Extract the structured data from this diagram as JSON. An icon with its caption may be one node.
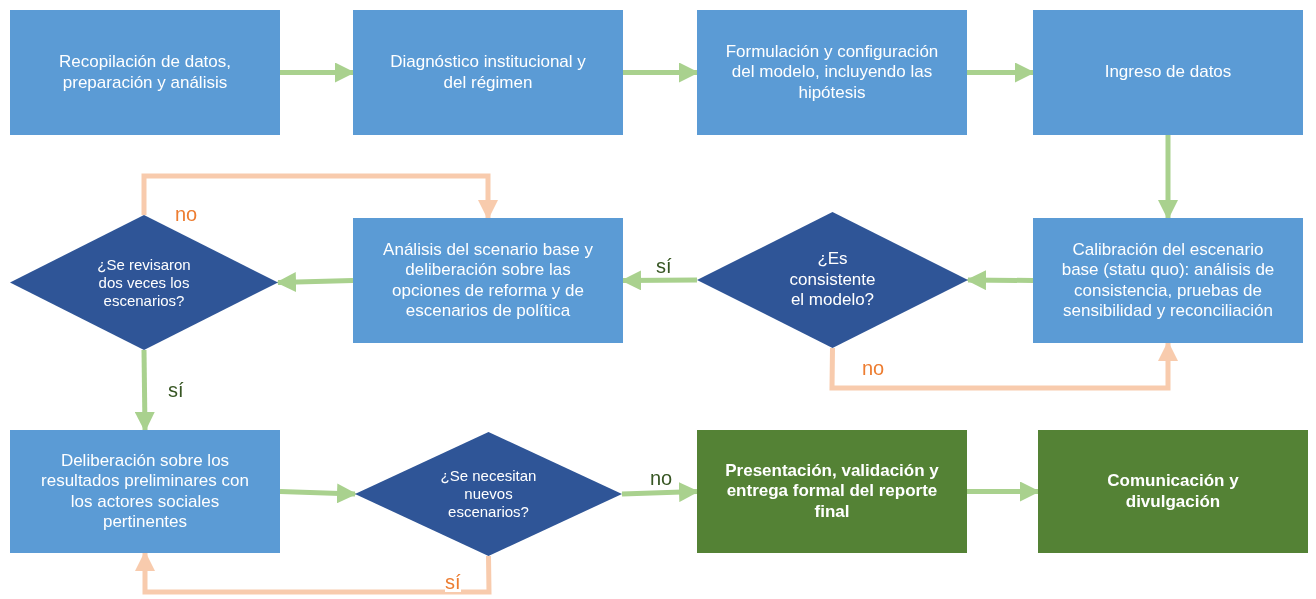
{
  "diagram": {
    "nodes": [
      {
        "text": [
          "Recopilación de datos, preparación y análisis"
        ]
      },
      {
        "text": [
          "Diagnóstico institucional y del régimen"
        ]
      },
      {
        "text": [
          "Formulación y configuración del modelo, incluyendo las hipótesis"
        ]
      },
      {
        "text": [
          "Ingreso de datos"
        ]
      },
      {
        "text": [
          "Calibración del escenario base (statu quo): análisis de consistencia, pruebas de sensibilidad y reconciliación"
        ]
      },
      {
        "text": [
          "¿Es consistente el modelo?"
        ]
      },
      {
        "text": [
          "Análisis del scenario base y deliberación sobre las opciones de reforma y de escenarios de política"
        ]
      },
      {
        "text": [
          "¿Se revisaron dos veces los escenarios?"
        ]
      },
      {
        "text": [
          "Deliberación sobre los resultados preliminares con los actores sociales pertinentes"
        ]
      },
      {
        "text": [
          "¿Se necesitan nuevos escenarios?"
        ]
      },
      {
        "text": [
          "Presentación, validación y entrega formal del reporte final"
        ]
      },
      {
        "text": [
          "Comunicación y divulgación"
        ]
      }
    ],
    "edges": [
      {
        "from": 0,
        "to": 1,
        "arrow": "to"
      },
      {
        "from": 1,
        "to": 2,
        "arrow": "to"
      },
      {
        "from": 2,
        "to": 3,
        "arrow": "to"
      },
      {
        "from": 3,
        "to": 4,
        "arrow": "to"
      },
      {
        "from": 4,
        "to": 5,
        "arrow": "to"
      },
      {
        "from": 5,
        "to": 6,
        "arrow": "to",
        "label": "sí"
      },
      {
        "from": 5,
        "to": 4,
        "arrow": "to",
        "label": "no",
        "color": "#f8cbad"
      },
      {
        "from": 6,
        "to": 7,
        "arrow": "to"
      },
      {
        "from": 7,
        "to": 6,
        "arrow": "to",
        "label": "no",
        "color": "#f8cbad"
      },
      {
        "from": 7,
        "to": 8,
        "arrow": "to",
        "label": "sí"
      },
      {
        "from": 8,
        "to": 9,
        "arrow": "to"
      },
      {
        "from": 9,
        "to": 10,
        "arrow": "to",
        "label": "no"
      },
      {
        "from": 9,
        "to": 8,
        "arrow": "to",
        "label": "sí",
        "color": "#f8cbad"
      },
      {
        "from": 10,
        "to": 11,
        "arrow": "to"
      }
    ]
  }
}
